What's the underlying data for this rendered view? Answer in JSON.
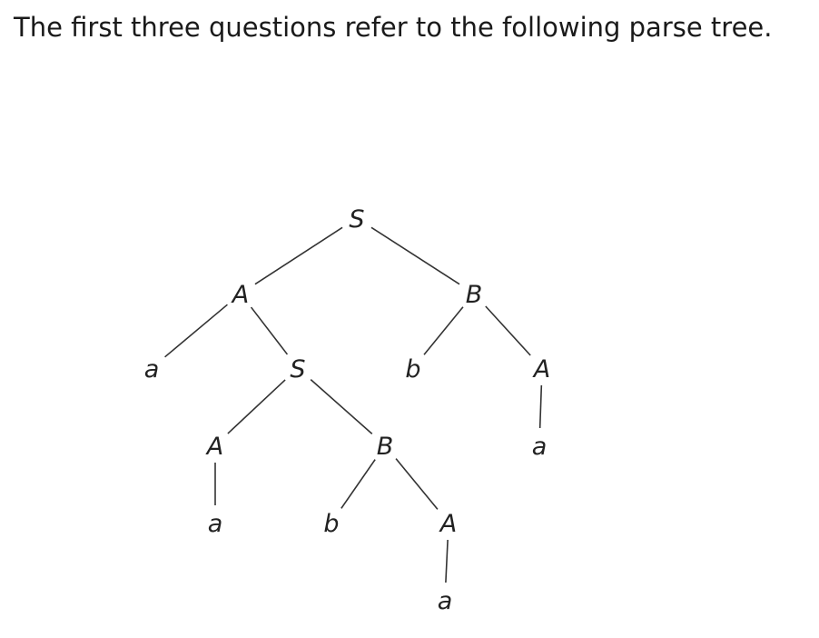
{
  "intro": {
    "text": "The first three questions refer to the following parse tree."
  },
  "tree": {
    "root": "S",
    "nodes": [
      {
        "id": "s_root",
        "label": "S"
      },
      {
        "id": "a_left",
        "label": "A"
      },
      {
        "id": "b_right",
        "label": "B"
      },
      {
        "id": "a_leaf1",
        "label": "a"
      },
      {
        "id": "s_mid",
        "label": "S"
      },
      {
        "id": "b_leaf1",
        "label": "b"
      },
      {
        "id": "a_under_b",
        "label": "A"
      },
      {
        "id": "a_under_s",
        "label": "A"
      },
      {
        "id": "b_under_s",
        "label": "B"
      },
      {
        "id": "a_leaf2",
        "label": "a"
      },
      {
        "id": "a_leaf3",
        "label": "a"
      },
      {
        "id": "b_leaf2",
        "label": "b"
      },
      {
        "id": "a_bottom",
        "label": "A"
      },
      {
        "id": "a_leaf4",
        "label": "a"
      }
    ],
    "edges": [
      [
        "s_root",
        "a_left"
      ],
      [
        "s_root",
        "b_right"
      ],
      [
        "a_left",
        "a_leaf1"
      ],
      [
        "a_left",
        "s_mid"
      ],
      [
        "b_right",
        "b_leaf1"
      ],
      [
        "b_right",
        "a_under_b"
      ],
      [
        "a_under_b",
        "a_leaf2"
      ],
      [
        "s_mid",
        "a_under_s"
      ],
      [
        "s_mid",
        "b_under_s"
      ],
      [
        "a_under_s",
        "a_leaf3"
      ],
      [
        "b_under_s",
        "b_leaf2"
      ],
      [
        "b_under_s",
        "a_bottom"
      ],
      [
        "a_bottom",
        "a_leaf4"
      ]
    ]
  }
}
